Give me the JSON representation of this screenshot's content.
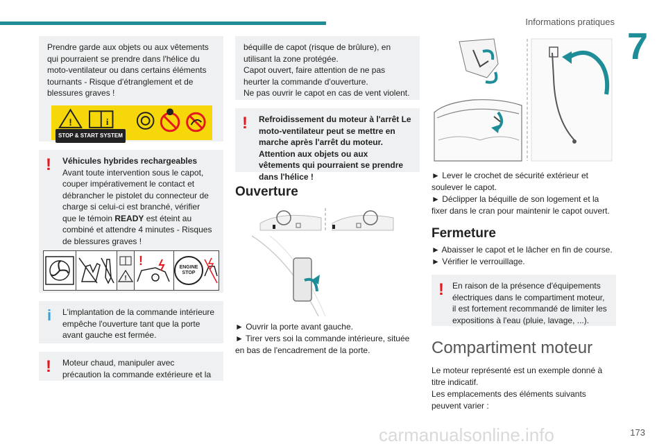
{
  "header": {
    "title": "Informations pratiques",
    "chapter": "7",
    "page": "173"
  },
  "col1": {
    "box1_text": "Prendre garde aux objets ou aux vêtements qui pourraient se prendre dans l'hélice du moto-ventilateur ou dans certains éléments tournants - Risque d'étranglement et de blessures graves !",
    "label_stop_start": "STOP & START SYSTEM",
    "box2_title": "Véhicules hybrides rechargeables",
    "box2_text_before": "Avant toute intervention sous le capot, couper impérativement le contact et débrancher le pistolet du connecteur de charge si celui-ci est branché, vérifier que le témoin ",
    "box2_text_bold": "READY",
    "box2_text_after": " est éteint au combiné et attendre 4 minutes - Risques de blessures graves !",
    "engine_stop_label": "ENGINE STOP",
    "info_text": "L'implantation de la commande intérieure empêche l'ouverture tant que la porte avant gauche est fermée.",
    "box3_text": "Moteur chaud, manipuler avec précaution la commande extérieure et la"
  },
  "col2": {
    "box1_l1": "béquille de capot (risque de brûlure), en utilisant la zone protégée.",
    "box1_l2": "Capot ouvert, faire attention de ne pas heurter la commande d'ouverture.",
    "box1_l3": "Ne pas ouvrir le capot en cas de vent violent.",
    "box2_text": "Refroidissement du moteur à l'arrêt Le moto-ventilateur peut se mettre en marche après l'arrêt du moteur. Attention aux objets ou aux vêtements qui pourraient se prendre dans l'hélice !",
    "ouverture_title": "Ouverture",
    "step1": "► Ouvrir la porte avant gauche.",
    "step2": "► Tirer vers soi la commande intérieure, située en bas de l'encadrement de la porte."
  },
  "col3": {
    "step1": "► Lever le crochet de sécurité extérieur et soulever le capot.",
    "step2": "► Déclipper la béquille de son logement et la fixer dans le cran pour maintenir le capot ouvert.",
    "fermeture_title": "Fermeture",
    "step3": "► Abaisser le capot et le lâcher en fin de course.",
    "step4": "► Vérifier le verrouillage.",
    "warn_text": "En raison de la présence d'équipements électriques dans le compartiment moteur, il est fortement recommandé de limiter les expositions à l'eau (pluie, lavage, ...).",
    "section_title": "Compartiment moteur",
    "para1": "Le moteur représenté est un exemple donné à titre indicatif.",
    "para2": "Les emplacements des éléments suivants peuvent varier :"
  },
  "footer": {
    "watermark": "carmanualsonline.info"
  }
}
